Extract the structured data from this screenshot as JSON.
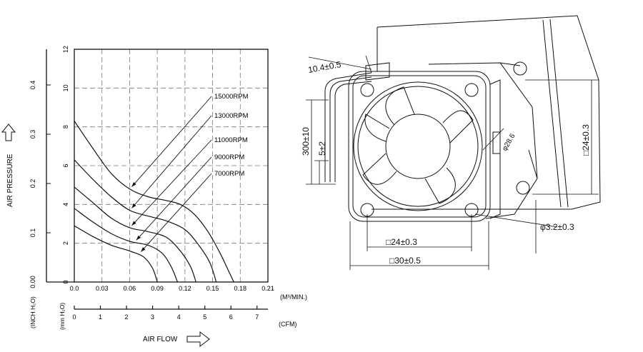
{
  "chart_data": {
    "type": "line",
    "xlabel": "AIR FLOW",
    "ylabel": "AIR PRESSURE",
    "x_unit_primary": "(M³/MIN.)",
    "x_unit_secondary": "(CFM)",
    "y_unit_primary": "(mm H₂O)",
    "y_unit_secondary": "(INCH H₂O)",
    "xlim": [
      0,
      0.21
    ],
    "ylim": [
      0,
      12
    ],
    "x_ticks": [
      "0.0",
      "0.03",
      "0.06",
      "0.09",
      "0.12",
      "0.15",
      "0.18",
      "0.21"
    ],
    "x_tick_values": [
      0,
      0.03,
      0.06,
      0.09,
      0.12,
      0.15,
      0.18,
      0.21
    ],
    "y_ticks": [
      "0",
      "2",
      "4",
      "6",
      "8",
      "10",
      "12"
    ],
    "y_tick_values": [
      0,
      2,
      4,
      6,
      8,
      10,
      12
    ],
    "y2_ticks": [
      "0.00",
      "0.1",
      "0.2",
      "0.3",
      "0.4"
    ],
    "y2_tick_values": [
      0,
      2.54,
      5.08,
      7.62,
      10.16
    ],
    "x2_ticks": [
      "0",
      "1",
      "2",
      "3",
      "4",
      "5",
      "6",
      "7"
    ],
    "x2_tick_values": [
      0,
      0.0283,
      0.0566,
      0.0849,
      0.1133,
      0.1416,
      0.1699,
      0.1982
    ],
    "grid": true,
    "series": [
      {
        "name": "15000RPM",
        "points": [
          [
            0,
            8.3
          ],
          [
            0.02,
            6.9
          ],
          [
            0.04,
            5.6
          ],
          [
            0.06,
            4.8
          ],
          [
            0.08,
            4.4
          ],
          [
            0.1,
            4.2
          ],
          [
            0.115,
            4.0
          ],
          [
            0.13,
            3.5
          ],
          [
            0.145,
            2.6
          ],
          [
            0.158,
            1.5
          ],
          [
            0.168,
            0.5
          ],
          [
            0.173,
            0
          ]
        ],
        "label_at": [
          0.06,
          4.8
        ]
      },
      {
        "name": "13000RPM",
        "points": [
          [
            0,
            6.3
          ],
          [
            0.02,
            5.3
          ],
          [
            0.04,
            4.4
          ],
          [
            0.06,
            3.7
          ],
          [
            0.08,
            3.4
          ],
          [
            0.1,
            3.15
          ],
          [
            0.12,
            2.7
          ],
          [
            0.135,
            1.9
          ],
          [
            0.147,
            1.0
          ],
          [
            0.154,
            0
          ]
        ],
        "label_at": [
          0.06,
          3.7
        ]
      },
      {
        "name": "11000RPM",
        "points": [
          [
            0,
            4.9
          ],
          [
            0.02,
            4.1
          ],
          [
            0.04,
            3.3
          ],
          [
            0.06,
            2.8
          ],
          [
            0.08,
            2.6
          ],
          [
            0.1,
            2.3
          ],
          [
            0.115,
            1.6
          ],
          [
            0.126,
            0.8
          ],
          [
            0.132,
            0
          ]
        ],
        "label_at": [
          0.06,
          2.8
        ]
      },
      {
        "name": "9000RPM",
        "points": [
          [
            0,
            3.8
          ],
          [
            0.02,
            3.1
          ],
          [
            0.04,
            2.5
          ],
          [
            0.06,
            2.1
          ],
          [
            0.08,
            1.9
          ],
          [
            0.095,
            1.5
          ],
          [
            0.105,
            0.8
          ],
          [
            0.112,
            0
          ]
        ],
        "label_at": [
          0.065,
          2.05
        ]
      },
      {
        "name": "7000RPM",
        "points": [
          [
            0,
            2.9
          ],
          [
            0.02,
            2.35
          ],
          [
            0.04,
            1.9
          ],
          [
            0.06,
            1.6
          ],
          [
            0.075,
            1.3
          ],
          [
            0.085,
            0.7
          ],
          [
            0.09,
            0
          ]
        ],
        "label_at": [
          0.07,
          1.45
        ]
      }
    ]
  },
  "drawing": {
    "dim_wire_offset": "10.4±0.5",
    "dim_wire_length": "300±10",
    "dim_strip": "5±2",
    "dim_hole_spacing_v": "□24±0.3",
    "dim_hole_spacing_h": "□24±0.3",
    "dim_size": "□30±0.5",
    "dim_hole_dia": "φ3.2±0.3",
    "dim_bolt_circle": "φ28.6"
  }
}
